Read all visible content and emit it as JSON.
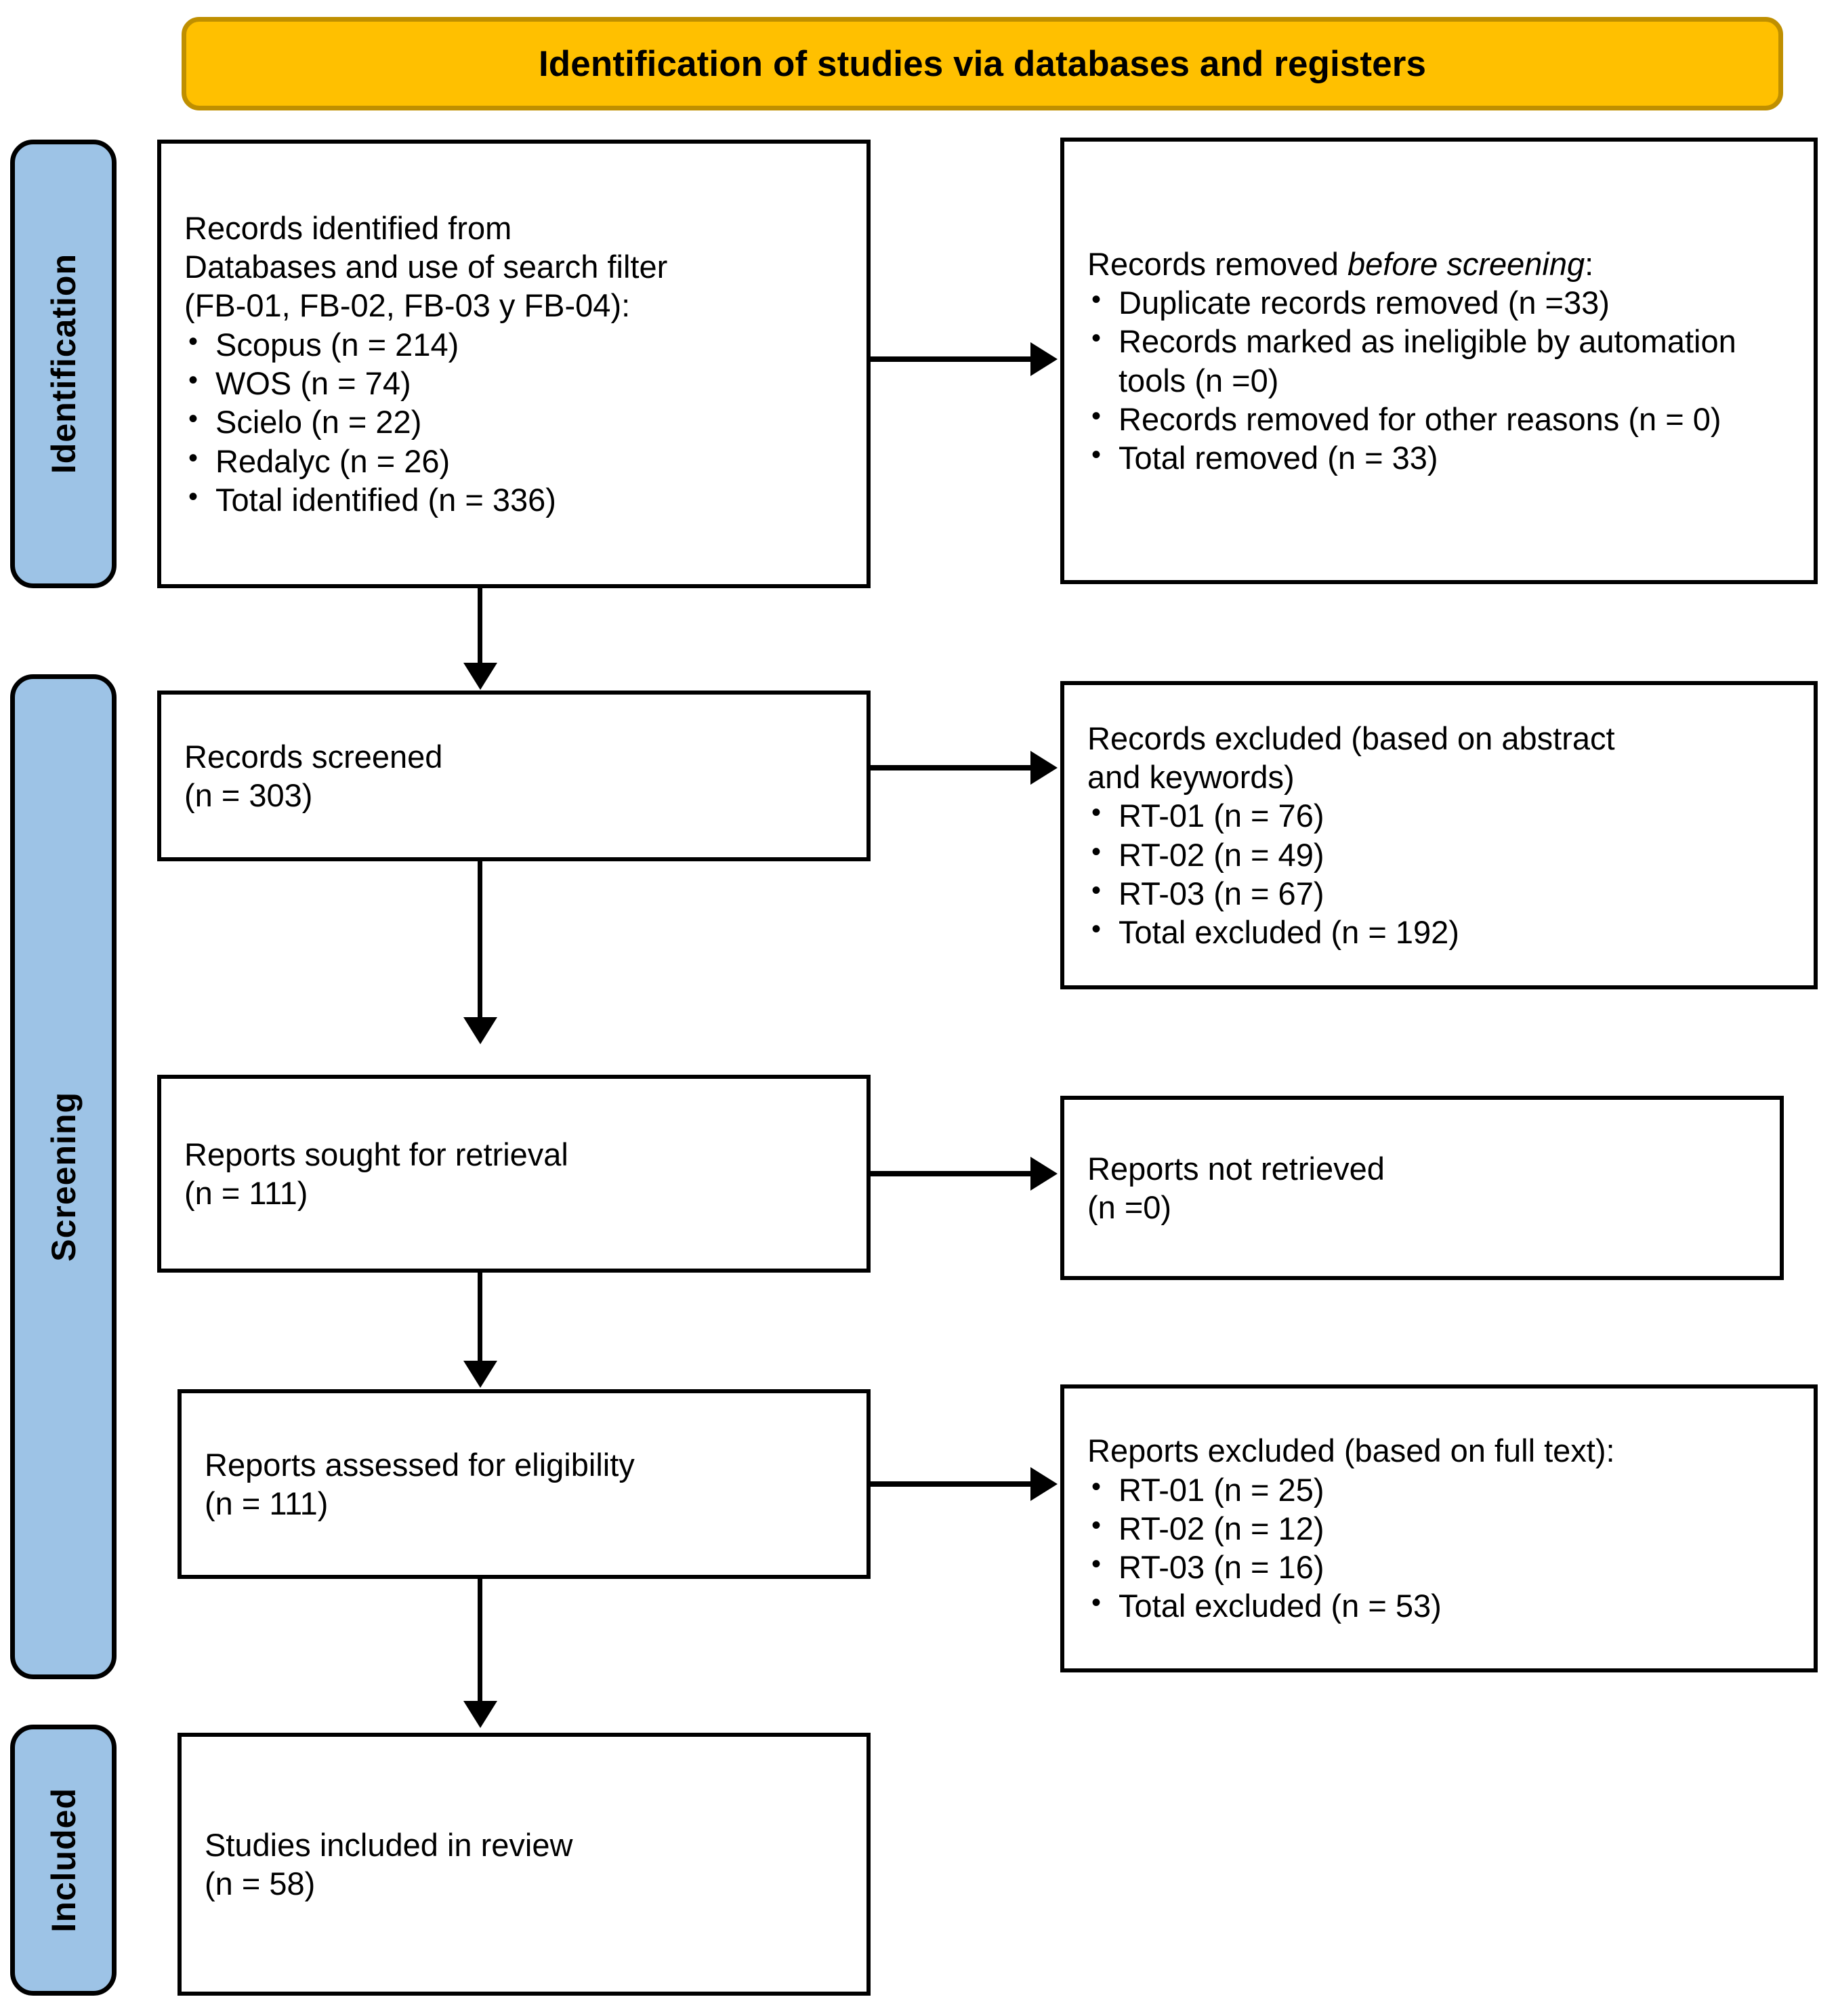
{
  "banner": {
    "title": "Identification of studies via databases and registers"
  },
  "stages": [
    {
      "label": "Identification"
    },
    {
      "label": "Screening"
    },
    {
      "label": "Included"
    }
  ],
  "boxes": {
    "identified": {
      "heading_line1": "Records identified from",
      "heading_line2": "Databases and use of search filter",
      "heading_line3": "(FB-01, FB-02, FB-03 y FB-04):",
      "items": [
        "Scopus (n = 214)",
        "WOS (n = 74)",
        "Scielo (n = 22)",
        "Redalyc (n = 26)",
        "Total identified (n = 336)"
      ]
    },
    "removed_before_screening": {
      "heading_prefix": "Records removed ",
      "heading_italic": "before screening",
      "heading_suffix": ":",
      "items": [
        "Duplicate records removed (n =33)",
        "Records marked as ineligible by automation tools (n =0)",
        "Records removed for other reasons (n = 0)",
        "Total removed (n = 33)"
      ]
    },
    "screened": {
      "line1": "Records screened",
      "line2": "(n = 303)"
    },
    "records_excluded": {
      "heading_line1": "Records excluded (based on abstract",
      "heading_line2": "and keywords)",
      "items": [
        "RT-01 (n = 76)",
        "RT-02 (n = 49)",
        "RT-03 (n = 67)",
        "Total excluded (n = 192)"
      ]
    },
    "sought": {
      "line1": "Reports sought for retrieval",
      "line2": "(n = 111)"
    },
    "not_retrieved": {
      "line1": "Reports not retrieved",
      "line2": "(n =0)"
    },
    "assessed": {
      "line1": "Reports assessed for eligibility",
      "line2": "(n = 111)"
    },
    "reports_excluded": {
      "heading": "Reports excluded (based on full text):",
      "items": [
        "RT-01 (n = 25)",
        "RT-02 (n = 12)",
        "RT-03 (n = 16)",
        "Total excluded (n = 53)"
      ]
    },
    "included": {
      "line1": "Studies included in review",
      "line2": "(n = 58)"
    }
  },
  "colors": {
    "banner_fill": "#FFC000",
    "banner_border": "#BF8F00",
    "stage_fill": "#9DC3E6",
    "box_border": "#000000",
    "text": "#000000"
  }
}
